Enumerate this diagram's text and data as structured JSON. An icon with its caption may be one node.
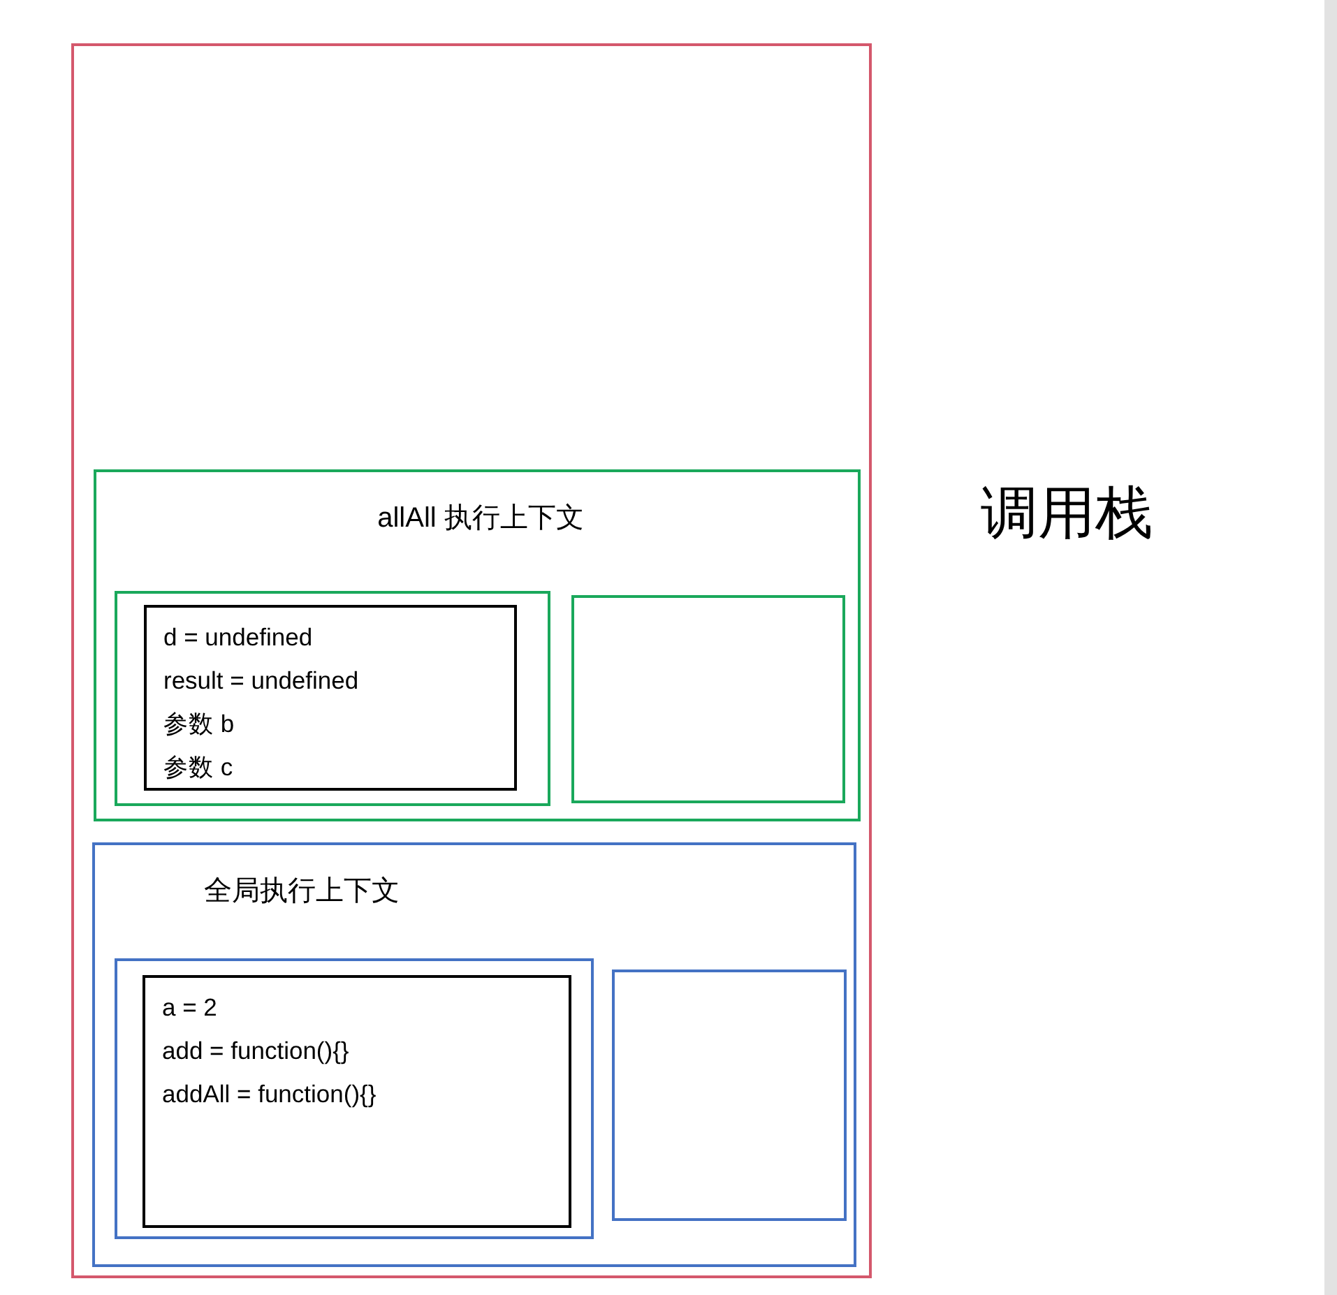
{
  "diagram": {
    "nodes": [
      {
        "text": [
          "调用栈"
        ]
      },
      {
        "text": [
          "allAll 执行上下文"
        ],
        "in": 0
      },
      {
        "text": [],
        "shape": "box",
        "in": 1
      },
      {
        "text": [
          "d = undefined",
          "result = undefined",
          "参数 b",
          "参数 c"
        ],
        "in": 2
      },
      {
        "text": [],
        "shape": "box",
        "in": 1
      },
      {
        "text": [
          "全局执行上下文"
        ],
        "in": 0
      },
      {
        "text": [],
        "shape": "box",
        "in": 5
      },
      {
        "text": [
          "a = 2",
          "add = function(){}",
          "addAll = function(){}"
        ],
        "in": 6
      },
      {
        "text": [],
        "shape": "box",
        "in": 5
      }
    ]
  }
}
